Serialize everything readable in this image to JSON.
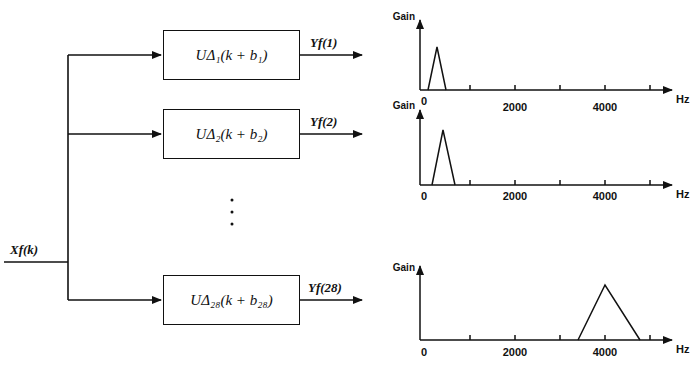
{
  "diagram": {
    "nodes": [
      {
        "text": [
          "UΔ₁(k + b₁)"
        ]
      },
      {
        "text": [
          "UΔ₂(k + b₂)"
        ]
      },
      {
        "text": [
          "UΔ₂₈(k + b₂₈)"
        ]
      }
    ],
    "labels": [
      "Xf(k)",
      "Yf(1)",
      "Yf(2)",
      "Yf(28)",
      "Gain",
      "0",
      "2000",
      "4000",
      "Hz",
      "Gain",
      "0",
      "2000",
      "4000",
      "Hz",
      "Gain",
      "0",
      "2000",
      "4000",
      "Hz"
    ]
  }
}
